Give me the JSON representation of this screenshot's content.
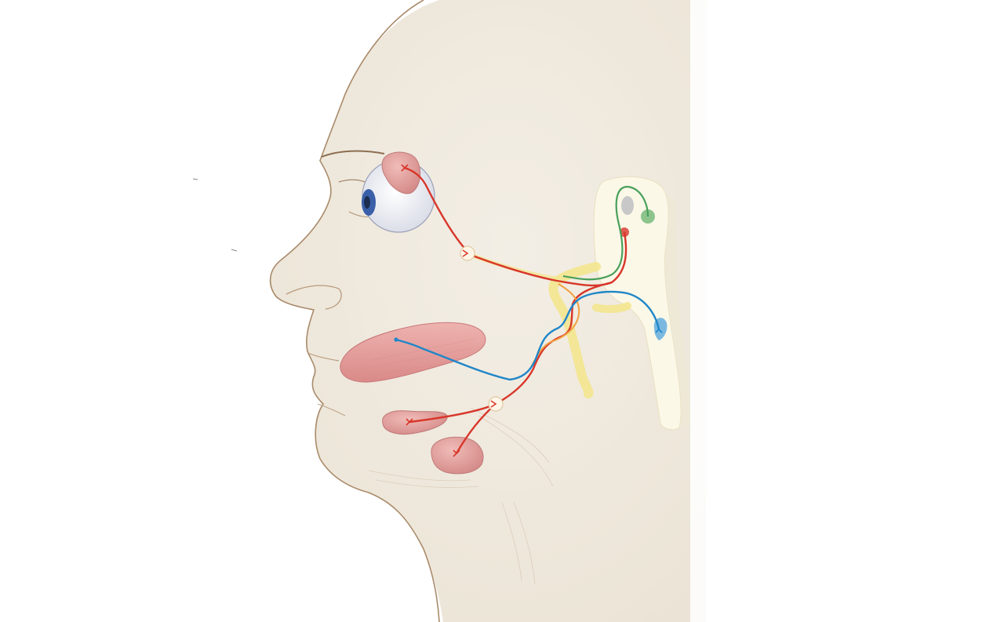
{
  "colors": {
    "background": "#ffffff",
    "skin": "#f1ece2",
    "skin_outline": "#a98a6a",
    "gland": "#e8a4a4",
    "gland_dark": "#c97878",
    "tongue": "#e8a0a0",
    "eye_white": "#f4f4f8",
    "iris": "#3a5fa8",
    "brainstem": "#fbf8e8",
    "nerve_bundle": "#f3e58a",
    "parasympathetic": "#d8362a",
    "special_sensory": "#1f86c8",
    "motor": "#4aa05a",
    "nucleus_gray": "#c8c8c8"
  },
  "structures": [
    {
      "id": "lacrimal-gland",
      "kind": "gland"
    },
    {
      "id": "eye",
      "kind": "organ"
    },
    {
      "id": "pterygopalatine-ganglion",
      "kind": "ganglion"
    },
    {
      "id": "tongue",
      "kind": "organ"
    },
    {
      "id": "submandibular-ganglion",
      "kind": "ganglion"
    },
    {
      "id": "sublingual-gland",
      "kind": "gland"
    },
    {
      "id": "submandibular-gland",
      "kind": "gland"
    },
    {
      "id": "brainstem",
      "kind": "cns"
    },
    {
      "id": "motor-nucleus",
      "kind": "nucleus"
    },
    {
      "id": "salivatory-nucleus",
      "kind": "nucleus"
    },
    {
      "id": "solitary-nucleus",
      "kind": "nucleus"
    }
  ],
  "fibers": [
    {
      "id": "parasympathetic-lacrimal",
      "color_key": "parasympathetic"
    },
    {
      "id": "parasympathetic-salivary",
      "color_key": "parasympathetic"
    },
    {
      "id": "taste",
      "color_key": "special_sensory"
    },
    {
      "id": "motor",
      "color_key": "motor"
    }
  ]
}
